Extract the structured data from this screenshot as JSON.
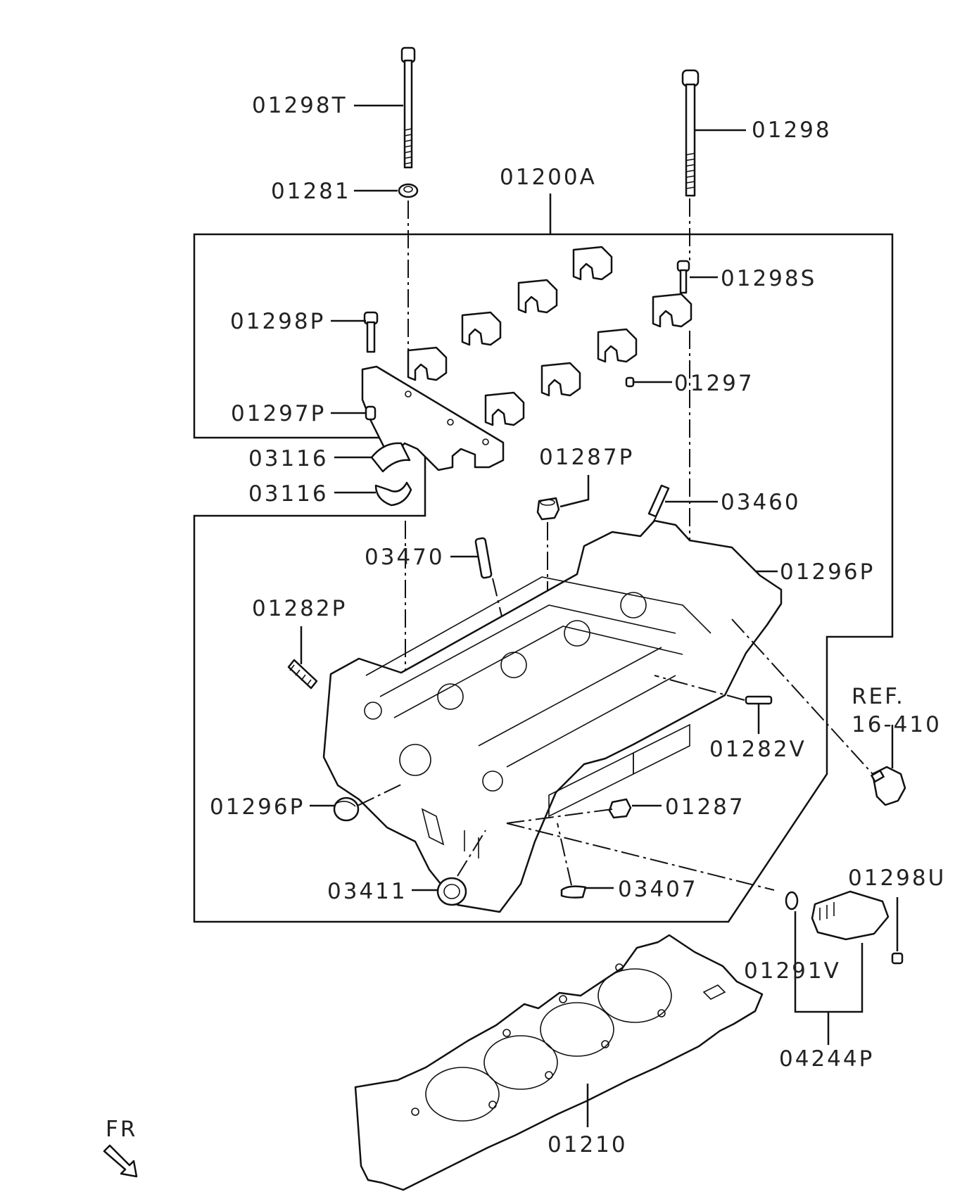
{
  "labels": {
    "l01298T": "01298T",
    "l01298": "01298",
    "l01281": "01281",
    "l01200A": "01200A",
    "l01298S": "01298S",
    "l01298P": "01298P",
    "l01297": "01297",
    "l01297P": "01297P",
    "l03116a": "03116",
    "l03116b": "03116",
    "l01287P": "01287P",
    "l03460": "03460",
    "l03470": "03470",
    "l01296Pa": "01296P",
    "l01282P": "01282P",
    "l01282V": "01282V",
    "lREF": "REF.",
    "lREFnum": "16-410",
    "l01296Pb": "01296P",
    "l01287": "01287",
    "l03411": "03411",
    "l03407": "03407",
    "l01298U": "01298U",
    "l01291V": "01291V",
    "l04244P": "04244P",
    "l01210": "01210",
    "lFR": "FR"
  }
}
